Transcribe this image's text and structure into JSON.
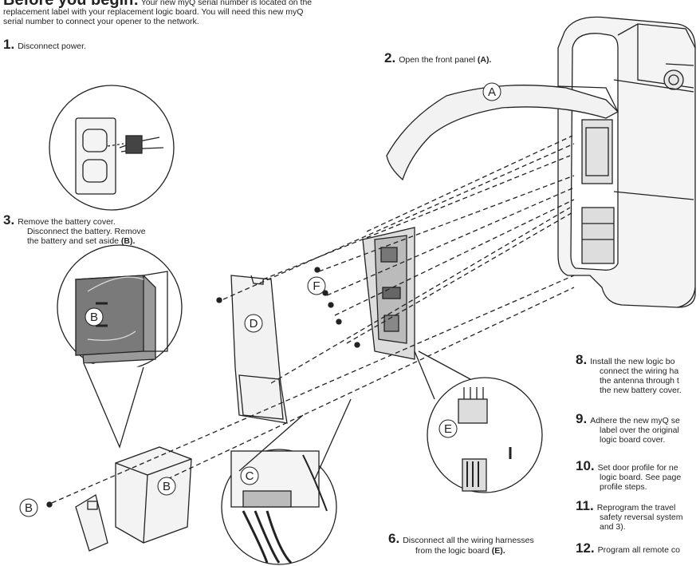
{
  "header": {
    "title": "Before you begin:",
    "body_line1": "Your new myQ serial number is located on the",
    "body_line2": "replacement label with your replacement logic board. You will need this new myQ",
    "body_line3": "serial number to connect your opener to the network."
  },
  "steps": [
    {
      "num": "1.",
      "text": "Disconnect power."
    },
    {
      "num": "2.",
      "text": "Open the front panel",
      "ref": "(A)."
    },
    {
      "num": "3.",
      "text": "Remove the battery cover.",
      "text2": "Disconnect the battery. Remove",
      "text3": "the battery and set aside",
      "ref": "(B)."
    },
    {
      "num": "6.",
      "text": "Disconnect all the wiring harnesses",
      "text2": "from the logic board",
      "ref": "(E)."
    },
    {
      "num": "8.",
      "text": "Install the new logic bo",
      "text2": "connect the wiring ha",
      "text3": "the antenna through t",
      "text4": "the new battery cover."
    },
    {
      "num": "9.",
      "text": "Adhere the new myQ se",
      "text2": "label over the original",
      "text3": "logic board cover."
    },
    {
      "num": "10.",
      "text": "Set door profile for ne",
      "text2": "logic board. See page",
      "text3": "profile steps."
    },
    {
      "num": "11.",
      "text": "Reprogram the travel",
      "text2": "safety reversal system",
      "text3": "and 3)."
    },
    {
      "num": "12.",
      "text": "Program all remote co"
    }
  ],
  "callouts": {
    "a": "A",
    "b": "B",
    "c": "C",
    "d": "D",
    "e": "E",
    "f": "F"
  }
}
